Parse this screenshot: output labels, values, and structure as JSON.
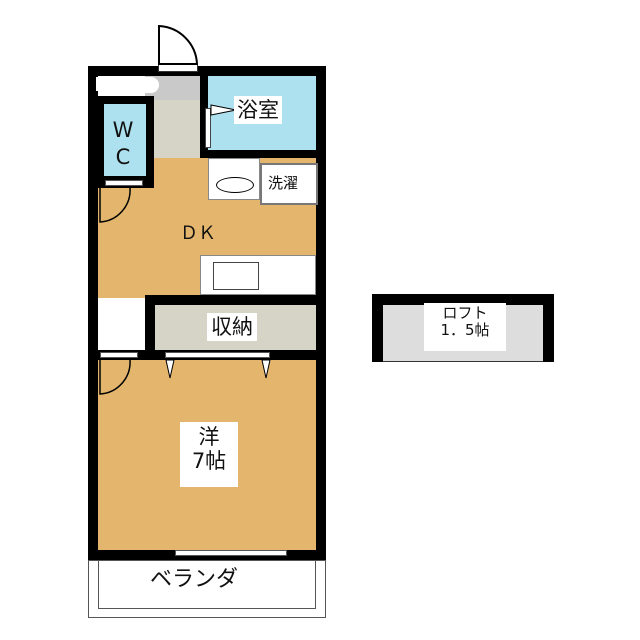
{
  "rooms": {
    "bath": "浴室",
    "wc_line1": "W",
    "wc_line2": "C",
    "laundry": "洗濯",
    "dk": "ＤＫ",
    "storage": "収納",
    "western_line1": "洋",
    "western_line2": "7帖",
    "balcony": "ベランダ",
    "loft_line1": "ロフト",
    "loft_line2": "1．5帖"
  },
  "colors": {
    "floor": "#e3b56d",
    "wet": "#aee1ef",
    "storage": "#d6d3c7",
    "wall": "#000000"
  }
}
